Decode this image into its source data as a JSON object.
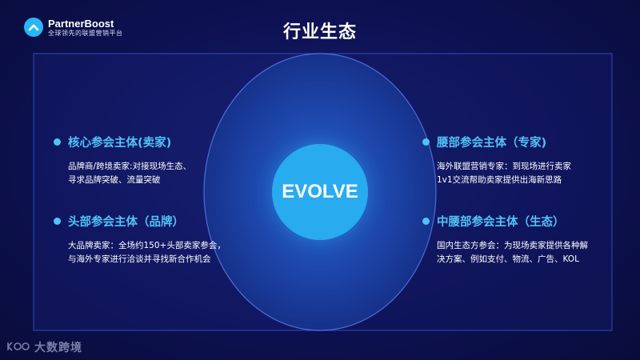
{
  "brand": {
    "name": "PartnerBoost",
    "tagline": "全球领先的联盟营销平台",
    "accent_color": "#29b6f6"
  },
  "page_title": "行业生态",
  "center_label": "EVOLVE",
  "left_blocks": [
    {
      "heading": "核心参会主体(卖家)",
      "lines": [
        "品牌商/跨境卖家:对接现场生态、",
        "寻求品牌突破、流量突破"
      ]
    },
    {
      "heading": "头部参会主体（品牌）",
      "lines": [
        "大品牌卖家：全场约150+头部卖家参会，",
        "与海外专家进行洽谈并寻找新合作机会"
      ]
    }
  ],
  "right_blocks": [
    {
      "heading": "腰部参会主体（专家)",
      "lines": [
        "海外联盟营销专家：到现场进行卖家",
        "1v1交流帮助卖家提供出海新思路"
      ]
    },
    {
      "heading": "中腰部参会主体（生态）",
      "lines": [
        "国内生态方参会：为现场卖家提供各种解",
        "决方案、例如支付、物流、广告、KOL"
      ]
    }
  ],
  "footer": {
    "icon": "kaioo-logo-icon",
    "text": "大数跨境"
  }
}
